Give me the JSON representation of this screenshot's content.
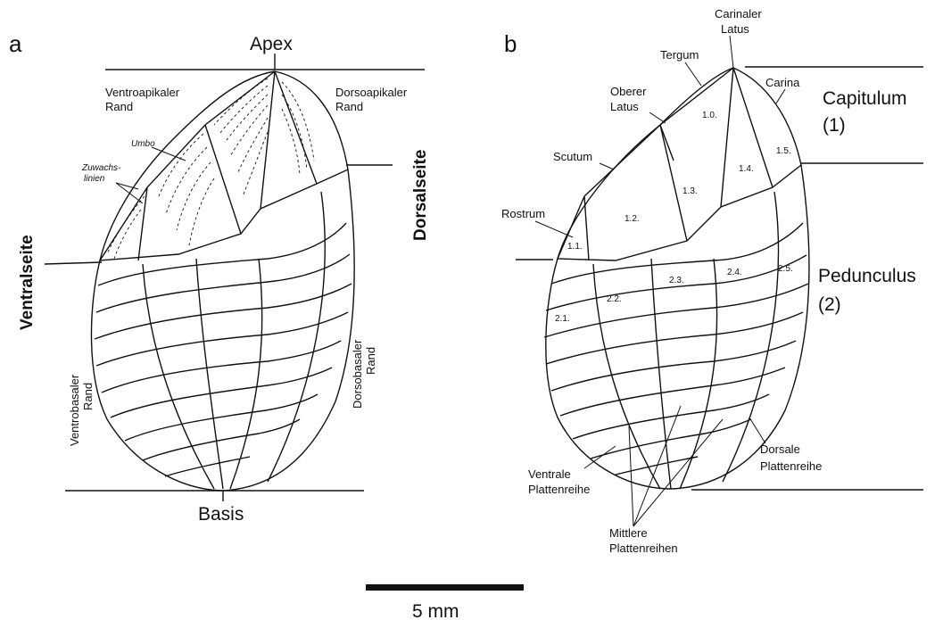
{
  "panel_a": {
    "panel_label": "a",
    "apex": "Apex",
    "basis": "Basis",
    "ventralseite": "Ventralseite",
    "dorsalseite": "Dorsalseite",
    "ventroapikaler_1": "Ventroapikaler",
    "ventroapikaler_2": "Rand",
    "dorsoapikaler_1": "Dorsoapikaler",
    "dorsoapikaler_2": "Rand",
    "umbo": "Umbo",
    "zuwachs_1": "Zuwachs-",
    "zuwachs_2": "linien",
    "ventrobasaler_1": "Ventrobasaler",
    "ventrobasaler_2": "Rand",
    "dorsobasaler_1": "Dorsobasaler",
    "dorsobasaler_2": "Rand"
  },
  "panel_b": {
    "panel_label": "b",
    "carinaler_1": "Carinaler",
    "carinaler_2": "Latus",
    "tergum": "Tergum",
    "carina": "Carina",
    "oberer_1": "Oberer",
    "oberer_2": "Latus",
    "scutum": "Scutum",
    "rostrum": "Rostrum",
    "capitulum": "Capitulum",
    "capitulum_num": "(1)",
    "pedunculus": "Pedunculus",
    "pedunculus_num": "(2)",
    "plates": {
      "p10": "1.0.",
      "p11": "1.1.",
      "p12": "1.2.",
      "p13": "1.3.",
      "p14": "1.4.",
      "p15": "1.5.",
      "p21": "2.1.",
      "p22": "2.2.",
      "p23": "2.3.",
      "p24": "2.4.",
      "p25": "2.5."
    },
    "ventrale_1": "Ventrale",
    "ventrale_2": "Plattenreihe",
    "dorsale_1": "Dorsale",
    "dorsale_2": "Plattenreihe",
    "mittlere_1": "Mittlere",
    "mittlere_2": "Plattenreihen"
  },
  "scale_bar": {
    "label": "5 mm"
  }
}
